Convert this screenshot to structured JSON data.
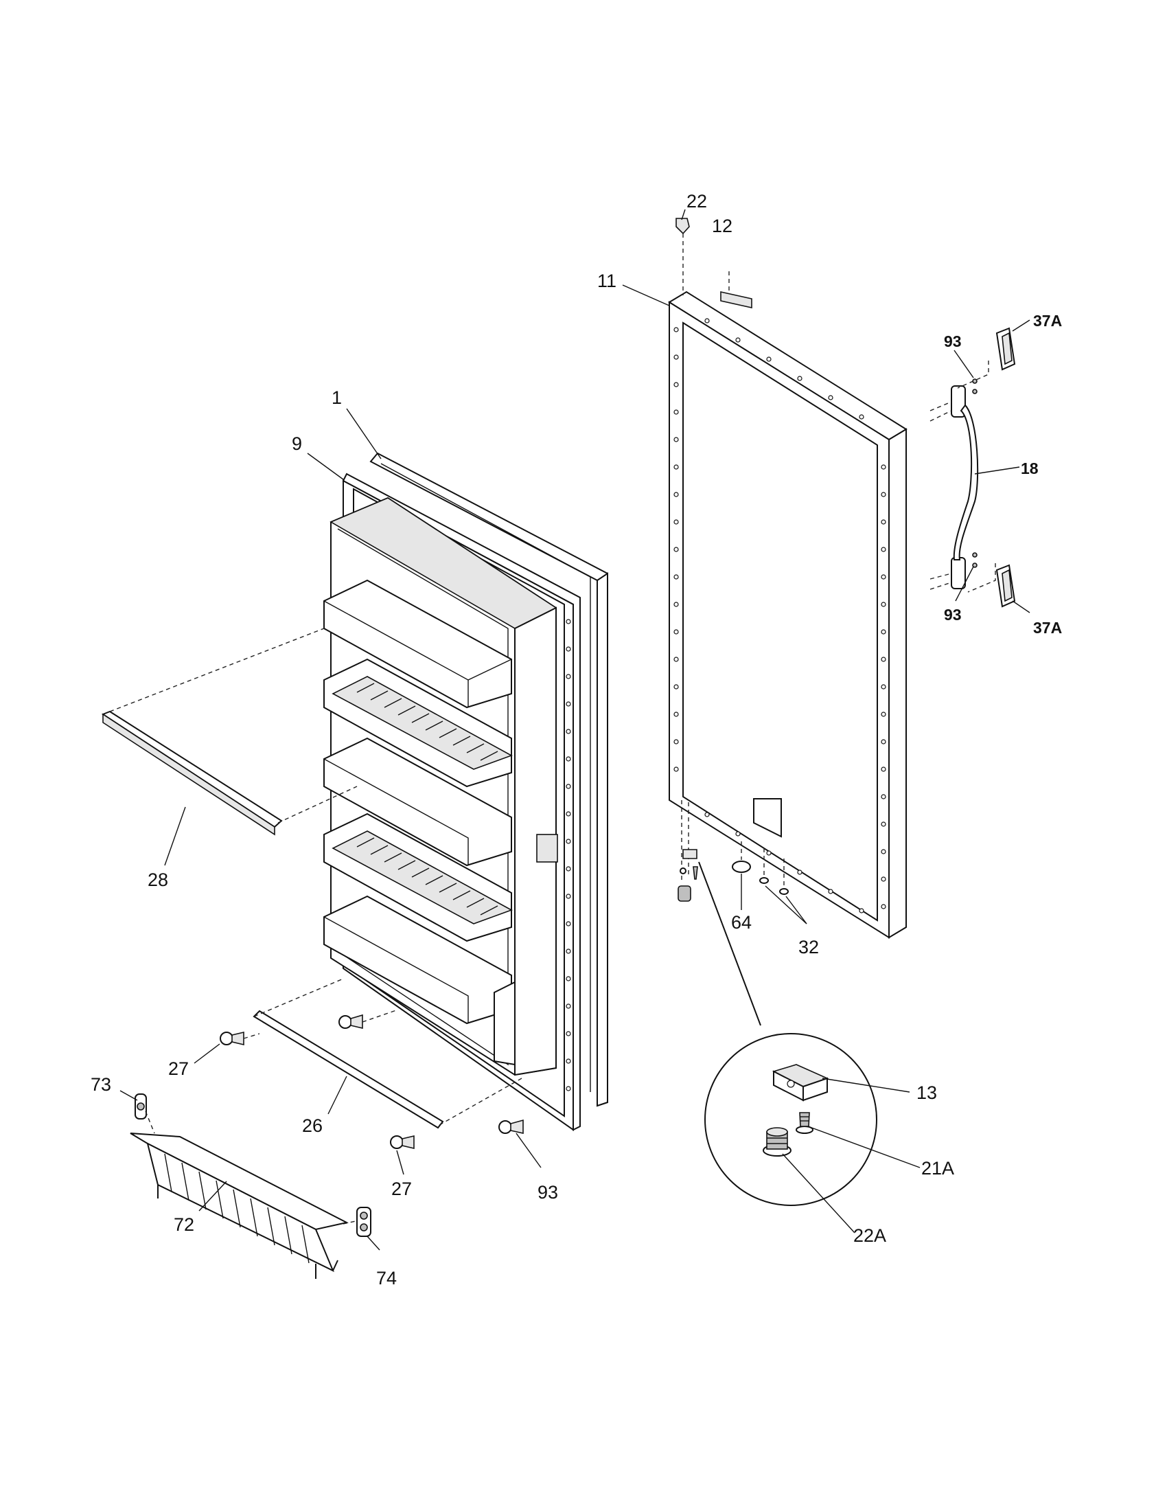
{
  "diagram": {
    "callouts": {
      "c1": "1",
      "c9": "9",
      "c11": "11",
      "c12": "12",
      "c13": "13",
      "c18": "18",
      "c21a": "21A",
      "c22": "22",
      "c22a": "22A",
      "c26": "26",
      "c27a": "27",
      "c27b": "27",
      "c28": "28",
      "c32": "32",
      "c37a_top": "37A",
      "c37a_bottom": "37A",
      "c64": "64",
      "c72": "72",
      "c73": "73",
      "c74": "74",
      "c93_top": "93",
      "c93_bottom": "93",
      "c93_left": "93"
    }
  }
}
